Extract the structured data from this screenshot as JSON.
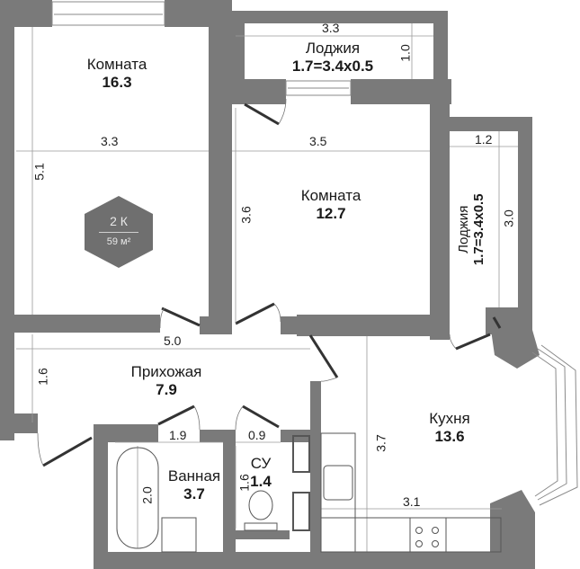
{
  "plan": {
    "apartment_type": "2 К",
    "total_area": "59 м²",
    "colors": {
      "wall": "#7a7a7a",
      "floor": "#ffffff",
      "badge": "#6f6f6f",
      "dim_line": "#9a9a9a"
    }
  },
  "rooms": [
    {
      "name": "Комната",
      "area": "16.3"
    },
    {
      "name": "Лоджия",
      "area": "1.7=3.4x0.5"
    },
    {
      "name": "Комната",
      "area": "12.7"
    },
    {
      "name": "Лоджия",
      "area": "1.7=3.4x0.5"
    },
    {
      "name": "Прихожая",
      "area": "7.9"
    },
    {
      "name": "Кухня",
      "area": "13.6"
    },
    {
      "name": "Ванная",
      "area": "3.7"
    },
    {
      "name": "СУ",
      "area": "1.4"
    }
  ],
  "dimensions": {
    "room1_width": "3.3",
    "room1_height": "5.1",
    "loggia1_width": "3.3",
    "loggia1_depth": "1.0",
    "room2_width": "3.5",
    "room2_height": "3.6",
    "loggia2_width": "1.2",
    "loggia2_height": "3.0",
    "hall_width": "5.0",
    "hall_height": "1.6",
    "kitchen_height": "3.7",
    "kitchen_width": "3.1",
    "bath_width": "1.9",
    "bath_height": "2.0",
    "wc_width": "0.9",
    "wc_height": "1.6"
  }
}
